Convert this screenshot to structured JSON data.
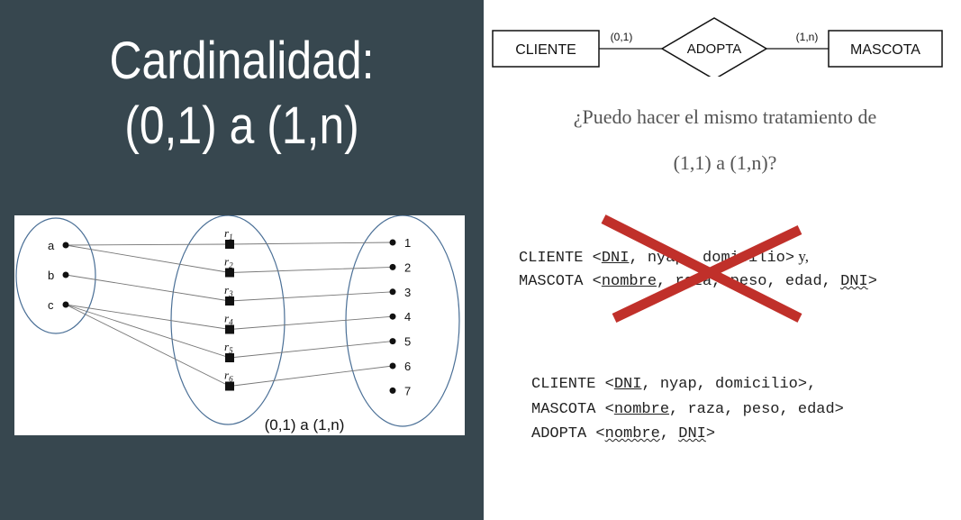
{
  "title": {
    "line1": "Cardinalidad:",
    "line2": "(0,1) a (1,n)"
  },
  "colors": {
    "panel_bg": "#37474f",
    "title_text": "#ffffff",
    "cross": "#c0302a",
    "ellipse": "#4a6f96"
  },
  "mapping": {
    "left_set": [
      "a",
      "b",
      "c"
    ],
    "relation_set": [
      "r1",
      "r2",
      "r3",
      "r4",
      "r5",
      "r6"
    ],
    "right_set": [
      "1",
      "2",
      "3",
      "4",
      "5",
      "6",
      "7"
    ],
    "links": [
      {
        "from": "a",
        "rel": "r1",
        "to": "1"
      },
      {
        "from": "a",
        "rel": "r2",
        "to": "2"
      },
      {
        "from": "b",
        "rel": "r3",
        "to": "3"
      },
      {
        "from": "c",
        "rel": "r4",
        "to": "4"
      },
      {
        "from": "c",
        "rel": "r5",
        "to": "5"
      },
      {
        "from": "c",
        "rel": "r6",
        "to": "6"
      }
    ],
    "caption": "(0,1) a (1,n)"
  },
  "er": {
    "entity_left": "CLIENTE",
    "relationship": "ADOPTA",
    "entity_right": "MASCOTA",
    "card_left": "(0,1)",
    "card_right": "(1,n)"
  },
  "question": {
    "line1": "¿Puedo hacer el mismo tratamiento de",
    "line2": "(1,1) a (1,n)?"
  },
  "wrong_schema": {
    "l1_prefix": "CLIENTE <",
    "l1_key": "DNI",
    "l1_rest": ", nyap, domicilio>",
    "l1_suffix": " y,",
    "l2_prefix": "MASCOTA <",
    "l2_key": "nombre",
    "l2_rest": ", raza, peso, edad, ",
    "l2_fk": "DNI",
    "l2_end": ">"
  },
  "right_schema": {
    "l1_prefix": "CLIENTE <",
    "l1_key": "DNI",
    "l1_rest": ", nyap, domicilio>,",
    "l2_prefix": "MASCOTA <",
    "l2_key": "nombre",
    "l2_rest": ", raza, peso, edad>",
    "l3_prefix": "ADOPTA <",
    "l3_key1": "nombre",
    "l3_sep": ", ",
    "l3_key2": "DNI",
    "l3_end": ">"
  }
}
